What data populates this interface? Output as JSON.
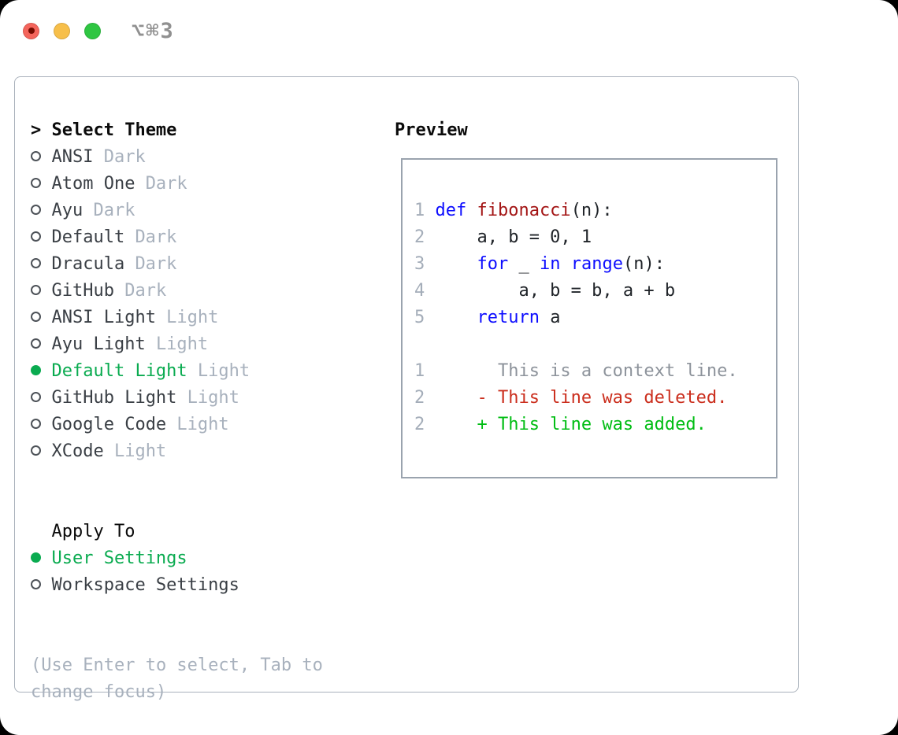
{
  "window": {
    "shortcut": "⌥⌘3"
  },
  "sidebar": {
    "title_prefix": ">",
    "title": "Select Theme",
    "items": [
      {
        "name": "ANSI",
        "variant": "Dark",
        "selected": false
      },
      {
        "name": "Atom One",
        "variant": "Dark",
        "selected": false
      },
      {
        "name": "Ayu",
        "variant": "Dark",
        "selected": false
      },
      {
        "name": "Default",
        "variant": "Dark",
        "selected": false
      },
      {
        "name": "Dracula",
        "variant": "Dark",
        "selected": false
      },
      {
        "name": "GitHub",
        "variant": "Dark",
        "selected": false
      },
      {
        "name": "ANSI Light",
        "variant": "Light",
        "selected": false
      },
      {
        "name": "Ayu Light",
        "variant": "Light",
        "selected": false
      },
      {
        "name": "Default Light",
        "variant": "Light",
        "selected": true
      },
      {
        "name": "GitHub Light",
        "variant": "Light",
        "selected": false
      },
      {
        "name": "Google Code",
        "variant": "Light",
        "selected": false
      },
      {
        "name": "XCode",
        "variant": "Light",
        "selected": false
      }
    ],
    "apply_to": {
      "title": "Apply To",
      "options": [
        {
          "label": "User Settings",
          "selected": true
        },
        {
          "label": "Workspace Settings",
          "selected": false
        }
      ]
    },
    "help_lines": [
      "(Use Enter to select, Tab to",
      "change focus)"
    ]
  },
  "preview": {
    "title": "Preview",
    "code_lines": [
      {
        "num": "1",
        "tokens": [
          {
            "c": "kw",
            "s": "def "
          },
          {
            "c": "fn",
            "s": "fibonacci"
          },
          {
            "c": "pl",
            "s": "(n):"
          }
        ]
      },
      {
        "num": "2",
        "tokens": [
          {
            "c": "pl",
            "s": "    a, b = 0, 1"
          }
        ]
      },
      {
        "num": "3",
        "tokens": [
          {
            "c": "pl",
            "s": "    "
          },
          {
            "c": "kw",
            "s": "for"
          },
          {
            "c": "pl",
            "s": " _ "
          },
          {
            "c": "kw",
            "s": "in"
          },
          {
            "c": "pl",
            "s": " "
          },
          {
            "c": "kw",
            "s": "range"
          },
          {
            "c": "pl",
            "s": "(n):"
          }
        ]
      },
      {
        "num": "4",
        "tokens": [
          {
            "c": "pl",
            "s": "        a, b = b, a + b"
          }
        ]
      },
      {
        "num": "5",
        "tokens": [
          {
            "c": "pl",
            "s": "    "
          },
          {
            "c": "kw",
            "s": "return"
          },
          {
            "c": "pl",
            "s": " a"
          }
        ]
      }
    ],
    "diff_lines": [
      {
        "num": "1",
        "type": "context",
        "text": "      This is a context line."
      },
      {
        "num": "2",
        "type": "deleted",
        "text": "    - This line was deleted."
      },
      {
        "num": "2",
        "type": "added",
        "text": "    + This line was added."
      }
    ]
  },
  "colors": {
    "accent_green": "#0aab50",
    "keyword_blue": "#0d0dff",
    "function_red": "#a31515",
    "deleted_red": "#cb2e1d",
    "added_green": "#00bd13",
    "muted_gray": "#a8b1bd",
    "panel_border": "#a9b1bb",
    "traffic_red": "#f4655c",
    "traffic_yellow": "#f7bf4a",
    "traffic_green": "#2fc642"
  }
}
